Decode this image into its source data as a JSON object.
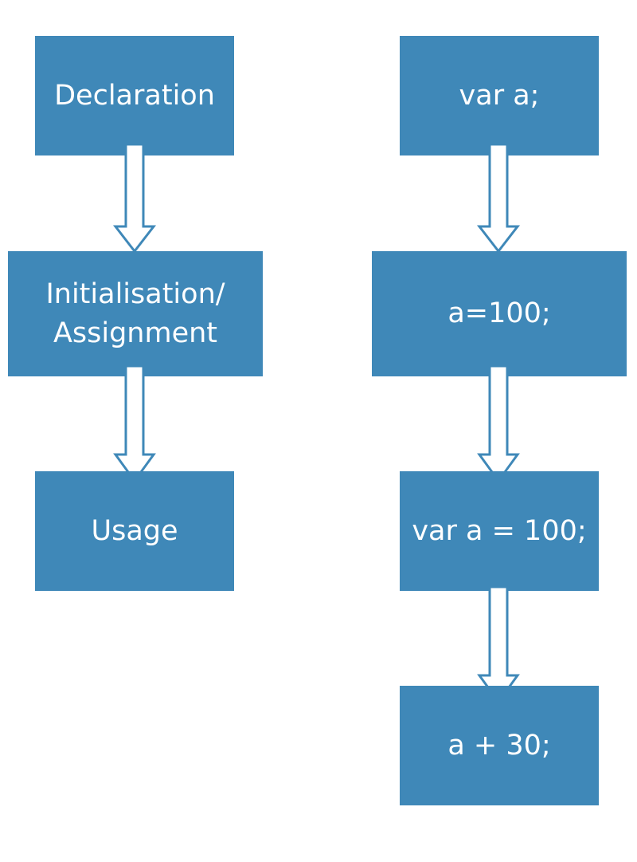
{
  "colors": {
    "box_fill": "#3f88b8",
    "box_text": "#ffffff",
    "arrow_fill": "#ffffff",
    "arrow_stroke": "#3f88b8",
    "background": "#ffffff"
  },
  "left_column": {
    "declaration": "Declaration",
    "initialisation_line1": "Initialisation/",
    "initialisation_line2": "Assignment",
    "usage": "Usage"
  },
  "right_column": {
    "declare": "var a;",
    "assign": "a=100;",
    "declare_and_assign": "var a = 100;",
    "use": "a + 30;"
  }
}
